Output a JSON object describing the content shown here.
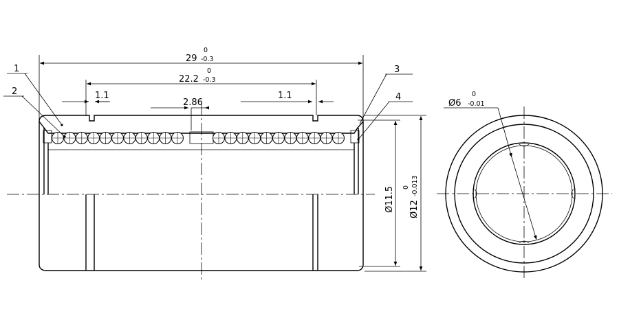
{
  "drawing": {
    "dimensions": {
      "length": {
        "value": "29",
        "upper": "0",
        "lower": "-0.3"
      },
      "groove_span": {
        "value": "22.2",
        "upper": "0",
        "lower": "-0.3"
      },
      "groove_left": {
        "value": "1.1"
      },
      "groove_right": {
        "value": "1.1"
      },
      "center_gap": {
        "value": "2.86"
      },
      "groove_dia": {
        "value": "Ø11.5"
      },
      "outer_dia": {
        "value": "Ø12",
        "upper": "0",
        "lower": "-0.013"
      },
      "bore_dia": {
        "value": "Ø6",
        "upper": "0",
        "lower": "-0.01"
      }
    },
    "balloons": [
      "1",
      "2",
      "3",
      "4"
    ]
  }
}
